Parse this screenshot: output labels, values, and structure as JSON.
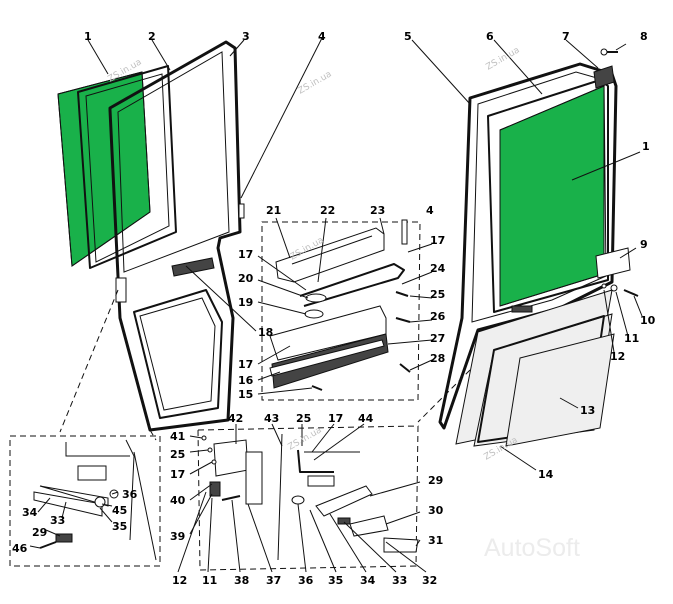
{
  "callouts": [
    {
      "id": "c1a",
      "text": "1"
    },
    {
      "id": "c2",
      "text": "2"
    },
    {
      "id": "c3",
      "text": "3"
    },
    {
      "id": "c4a",
      "text": "4"
    },
    {
      "id": "c5",
      "text": "5"
    },
    {
      "id": "c6",
      "text": "6"
    },
    {
      "id": "c7",
      "text": "7"
    },
    {
      "id": "c8",
      "text": "8"
    },
    {
      "id": "c1b",
      "text": "1"
    },
    {
      "id": "c9",
      "text": "9"
    },
    {
      "id": "c10",
      "text": "10"
    },
    {
      "id": "c11a",
      "text": "11"
    },
    {
      "id": "c12a",
      "text": "12"
    },
    {
      "id": "c13",
      "text": "13"
    },
    {
      "id": "c14",
      "text": "14"
    },
    {
      "id": "c21",
      "text": "21"
    },
    {
      "id": "c22",
      "text": "22"
    },
    {
      "id": "c23",
      "text": "23"
    },
    {
      "id": "c4b",
      "text": "4"
    },
    {
      "id": "c17a",
      "text": "17"
    },
    {
      "id": "c24",
      "text": "24"
    },
    {
      "id": "c25a",
      "text": "25"
    },
    {
      "id": "c26",
      "text": "26"
    },
    {
      "id": "c27",
      "text": "27"
    },
    {
      "id": "c28",
      "text": "28"
    },
    {
      "id": "c17b",
      "text": "17"
    },
    {
      "id": "c20",
      "text": "20"
    },
    {
      "id": "c19",
      "text": "19"
    },
    {
      "id": "c18",
      "text": "18"
    },
    {
      "id": "c17c",
      "text": "17"
    },
    {
      "id": "c16",
      "text": "16"
    },
    {
      "id": "c15",
      "text": "15"
    },
    {
      "id": "c42",
      "text": "42"
    },
    {
      "id": "c43",
      "text": "43"
    },
    {
      "id": "c25b",
      "text": "25"
    },
    {
      "id": "c17d",
      "text": "17"
    },
    {
      "id": "c44",
      "text": "44"
    },
    {
      "id": "c41",
      "text": "41"
    },
    {
      "id": "c25c",
      "text": "25"
    },
    {
      "id": "c17e",
      "text": "17"
    },
    {
      "id": "c40",
      "text": "40"
    },
    {
      "id": "c39",
      "text": "39"
    },
    {
      "id": "c29",
      "text": "29"
    },
    {
      "id": "c30",
      "text": "30"
    },
    {
      "id": "c31",
      "text": "31"
    },
    {
      "id": "c12b",
      "text": "12"
    },
    {
      "id": "c11b",
      "text": "11"
    },
    {
      "id": "c38",
      "text": "38"
    },
    {
      "id": "c37",
      "text": "37"
    },
    {
      "id": "c36a",
      "text": "36"
    },
    {
      "id": "c35a",
      "text": "35"
    },
    {
      "id": "c34a",
      "text": "34"
    },
    {
      "id": "c33a",
      "text": "33"
    },
    {
      "id": "c32",
      "text": "32"
    },
    {
      "id": "c36b",
      "text": "36"
    },
    {
      "id": "c45",
      "text": "45"
    },
    {
      "id": "c34b",
      "text": "34"
    },
    {
      "id": "c33b",
      "text": "33"
    },
    {
      "id": "c35b",
      "text": "35"
    },
    {
      "id": "c29b",
      "text": "29"
    },
    {
      "id": "c46",
      "text": "46"
    }
  ],
  "watermarks": [
    "ZS.in.ua",
    "ZS.in.ua",
    "ZS.in.ua",
    "ZS.in.ua",
    "ZS.in.ua",
    "ZS.in.ua"
  ],
  "brand": "AutoSoft",
  "colors": {
    "glass": "#19b14a",
    "line": "#111111",
    "watermark": "#c0c0c0"
  }
}
